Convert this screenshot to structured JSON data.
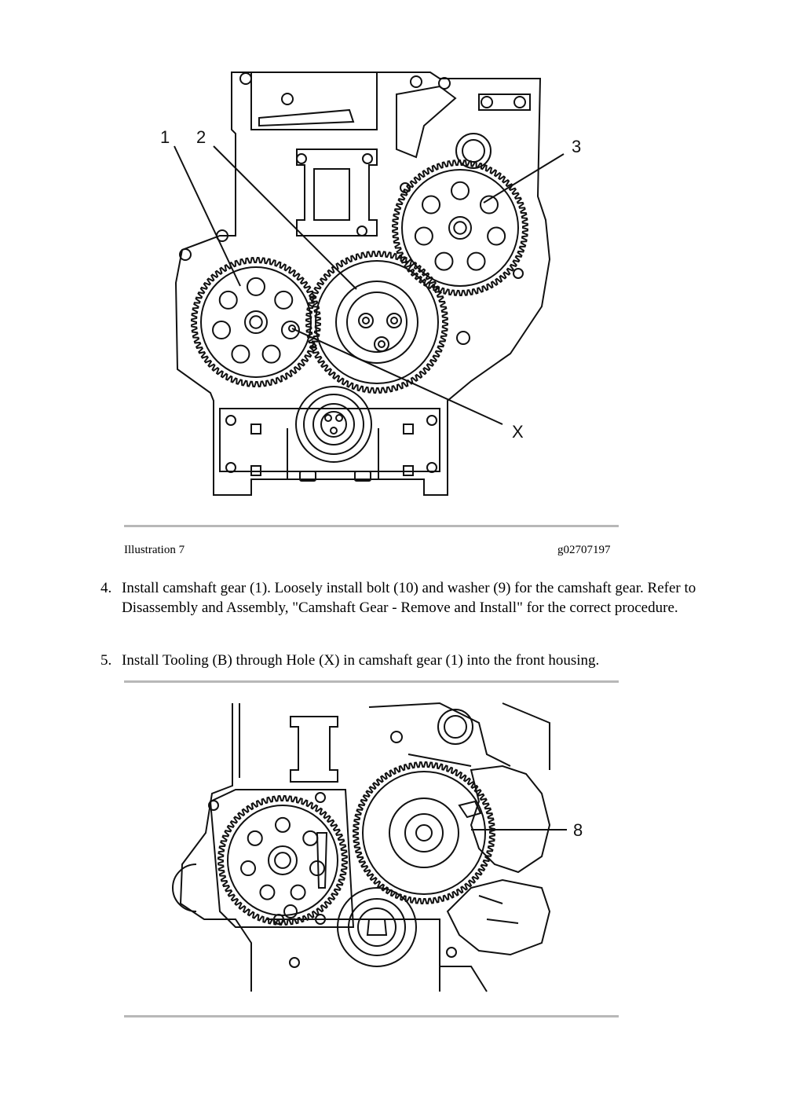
{
  "figure1": {
    "callouts": [
      "1",
      "2",
      "3",
      "X"
    ]
  },
  "caption": {
    "label": "Illustration 7",
    "id": "g02707197"
  },
  "steps": [
    {
      "number": "4.",
      "text": "Install camshaft gear (1). Loosely install bolt (10) and washer (9) for the camshaft gear. Refer to Disassembly and Assembly, \"Camshaft Gear - Remove and Install\" for the correct procedure."
    },
    {
      "number": "5.",
      "text": "Install Tooling (B) through Hole (X) in camshaft gear (1) into the front housing."
    }
  ],
  "figure2": {
    "callouts": [
      "8"
    ]
  }
}
